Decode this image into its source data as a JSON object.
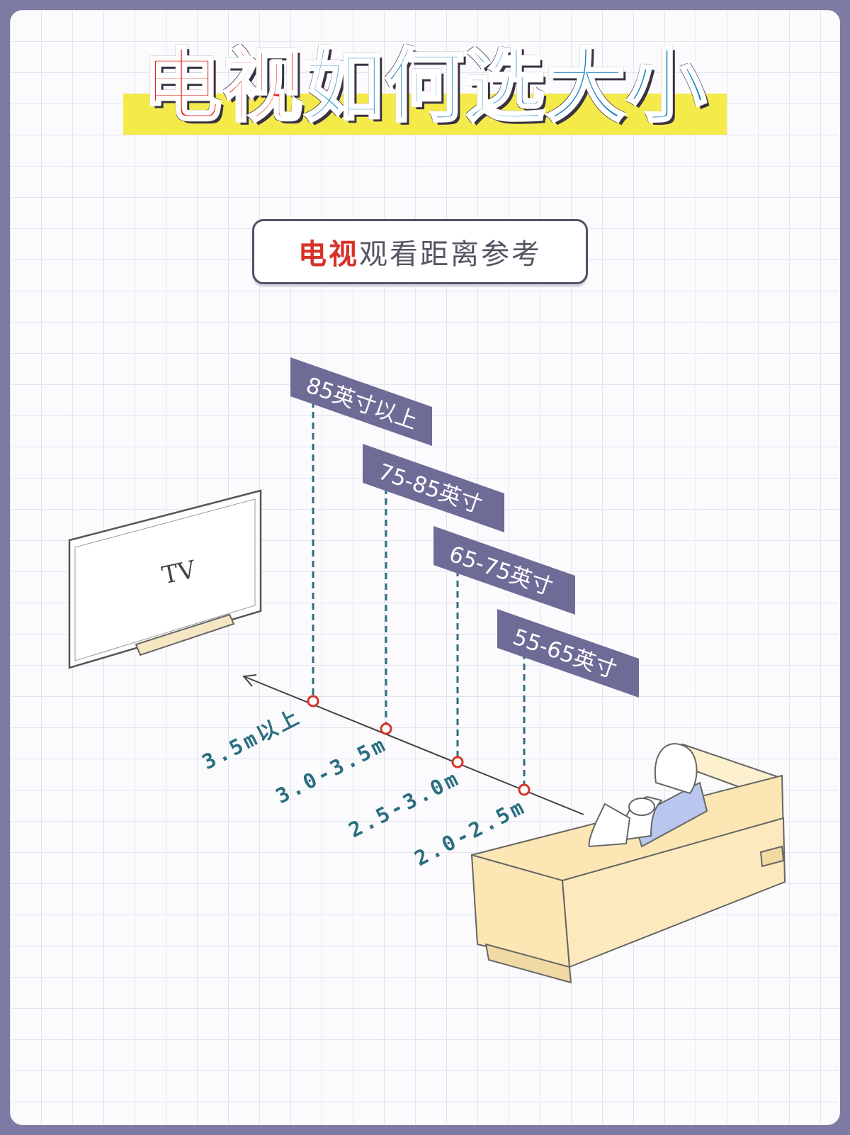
{
  "title": {
    "part_red": "电视",
    "part_blue": "如何选大小"
  },
  "subtitle": {
    "part_red": "电视",
    "part_gray": "观看距离参考"
  },
  "tv": {
    "label": "TV"
  },
  "distances": [
    {
      "size": "85英寸以上",
      "distance": "3.5m以上"
    },
    {
      "size": "75-85英寸",
      "distance": "3.0-3.5m"
    },
    {
      "size": "65-75英寸",
      "distance": "2.5-3.0m"
    },
    {
      "size": "55-65英寸",
      "distance": "2.0-2.5m"
    }
  ],
  "colors": {
    "tag": "#6f6b97",
    "dash": "#2b6e80",
    "dot": "#d8332b",
    "sofa": "#fbe6b4",
    "pillow": "#b9c6ee"
  }
}
